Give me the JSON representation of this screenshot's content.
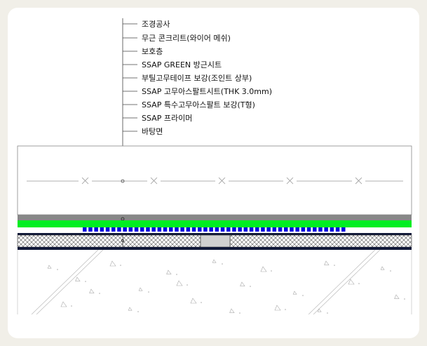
{
  "labels": [
    "조경공사",
    "무근 콘크리트(와이어 메쉬)",
    "보호층",
    "SSAP GREEN 방근시트",
    "부틸고무테이프 보강(조인트 상부)",
    "SSAP 고무아스팔트시트(THK 3.0mm)",
    "SSAP 특수고무아스팔트 보강(T형)",
    "SSAP 프라이머",
    "바탕면"
  ],
  "colors": {
    "frame": "#f1efe8",
    "protection_layer": "#888888",
    "green_sheet": "#00ee22",
    "butyl_tape": "#0000dd",
    "asphalt_sheet": "#101838",
    "leader_line": "#444444"
  },
  "icons": {
    "mesh_marker": "x-mark-icon",
    "leader_node": "dot-icon"
  }
}
